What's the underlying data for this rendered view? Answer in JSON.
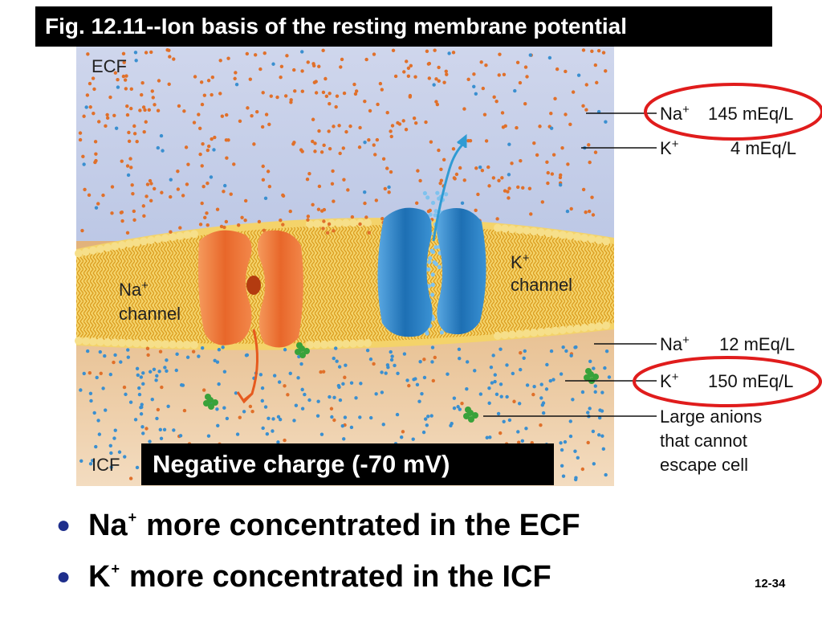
{
  "slide": {
    "title": "Fig. 12.11--Ion basis of the resting membrane potential",
    "slide_number": "12-34"
  },
  "figure": {
    "ecf_label": "ECF",
    "icf_label": "ICF",
    "na_channel": {
      "ion": "Na",
      "charge": "+",
      "word": "channel"
    },
    "k_channel": {
      "ion": "K",
      "charge": "+",
      "word": "channel"
    },
    "outside": [
      {
        "ion": "Na",
        "charge": "+",
        "value": "145 mEq/L",
        "circled": true
      },
      {
        "ion": "K",
        "charge": "+",
        "value": "4 mEq/L",
        "circled": false
      }
    ],
    "inside": [
      {
        "ion": "Na",
        "charge": "+",
        "value": "12 mEq/L",
        "circled": false
      },
      {
        "ion": "K",
        "charge": "+",
        "value": "150 mEq/L",
        "circled": true
      }
    ],
    "anions_label": [
      "Large anions",
      "that cannot",
      "escape cell"
    ],
    "colors": {
      "ecf": "#c9d3ea",
      "icf": "#e9c79a",
      "membrane": "#f2c84b",
      "na_ion": "#e0702a",
      "k_ion": "#3a8fd0",
      "na_channel": "#f07f3c",
      "k_channel": "#2d86c8",
      "anion": "#3a9c3a",
      "highlight_circle": "#e01c1c"
    }
  },
  "callout": {
    "text": "Negative charge (-70 mV)"
  },
  "bullets": [
    {
      "ion": "Na",
      "charge": "+",
      "text": "more concentrated in the ECF"
    },
    {
      "ion": "K",
      "charge": "+",
      "text": "more concentrated in the ICF"
    }
  ],
  "icons": {
    "bullet": "bullet-dot"
  }
}
